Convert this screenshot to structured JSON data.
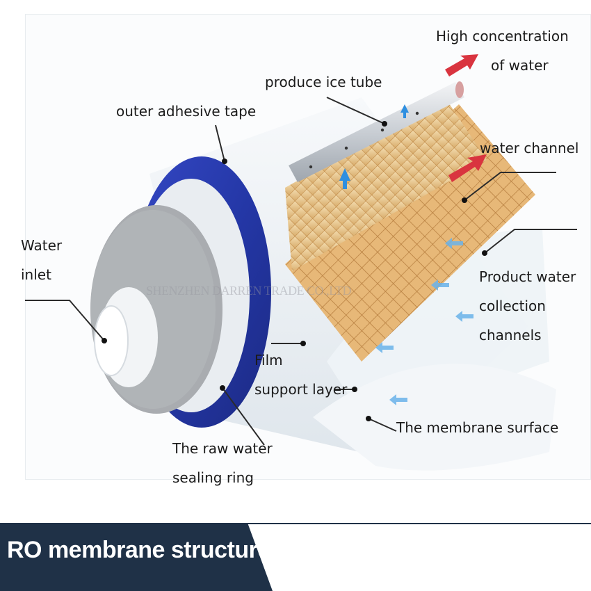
{
  "labels": {
    "concentrate_line1": "High concentration",
    "concentrate_line2": "of water",
    "produce_ice_tube": "produce ice tube",
    "outer_tape": "outer adhesive tape",
    "water_channel": "water channel",
    "water_inlet_line1": "Water",
    "water_inlet_line2": "inlet",
    "product_collection_line1": "Product water",
    "product_collection_line2": "collection",
    "product_collection_line3": "channels",
    "film_support_line1": "Film",
    "film_support_line2": "support layer",
    "membrane_surface": "The membrane surface",
    "sealing_ring_line1": "The raw water",
    "sealing_ring_line2": "sealing ring"
  },
  "watermark": "SHENZHEN DARREN TRADE CO.,LTD",
  "banner": {
    "title": "RO membrane structure"
  },
  "colors": {
    "banner": "#1f3147",
    "blue_ring": "#2a3fb0",
    "mesh": "#e9c98e",
    "arrow_red": "#d9343f",
    "arrow_blue": "#2f8fe0",
    "leader": "#2b2b2b"
  }
}
